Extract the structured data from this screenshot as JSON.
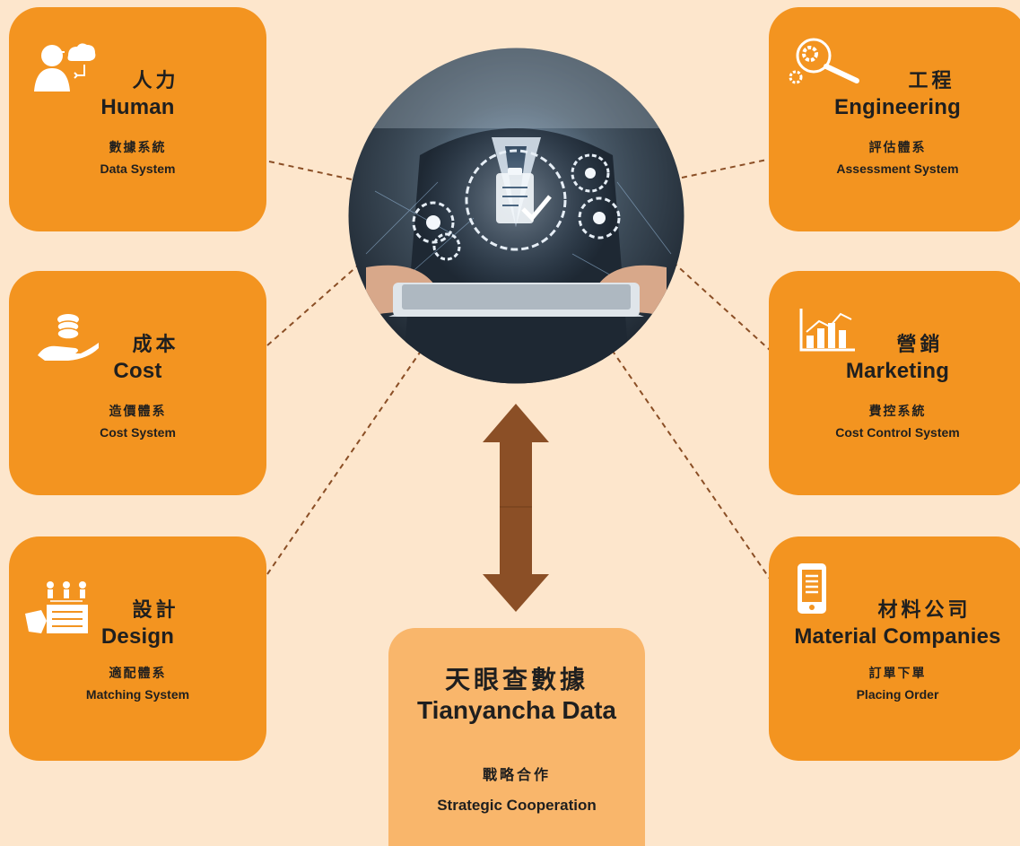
{
  "colors": {
    "background": "#fde6cc",
    "card": "#f39420",
    "center_box": "#f9b66b",
    "arrow": "#8b4f26",
    "connector": "#8b4f26"
  },
  "cards": {
    "human": {
      "cn": "人力",
      "en": "Human",
      "sub_cn": "數據系統",
      "sub_en": "Data System",
      "icon": "person-cloud-icon"
    },
    "engineering": {
      "cn": "工程",
      "en": "Engineering",
      "sub_cn": "評估體系",
      "sub_en": "Assessment System",
      "icon": "gear-magnifier-icon"
    },
    "cost": {
      "cn": "成本",
      "en": "Cost",
      "sub_cn": "造價體系",
      "sub_en": "Cost System",
      "icon": "hand-coins-icon"
    },
    "marketing": {
      "cn": "營銷",
      "en": "Marketing",
      "sub_cn": "費控系統",
      "sub_en": "Cost Control System",
      "icon": "bar-chart-icon"
    },
    "design": {
      "cn": "設計",
      "en": "Design",
      "sub_cn": "適配體系",
      "sub_en": "Matching System",
      "icon": "people-board-icon"
    },
    "material": {
      "cn": "材料公司",
      "en": "Material Companies",
      "sub_cn": "訂單下單",
      "sub_en": "Placing Order",
      "icon": "smartphone-icon"
    }
  },
  "center": {
    "cn": "天眼查數據",
    "en": "Tianyancha Data",
    "sub_cn": "戰略合作",
    "sub_en": "Strategic Cooperation"
  },
  "photo": {
    "icon": "tablet-hologram-icon"
  }
}
